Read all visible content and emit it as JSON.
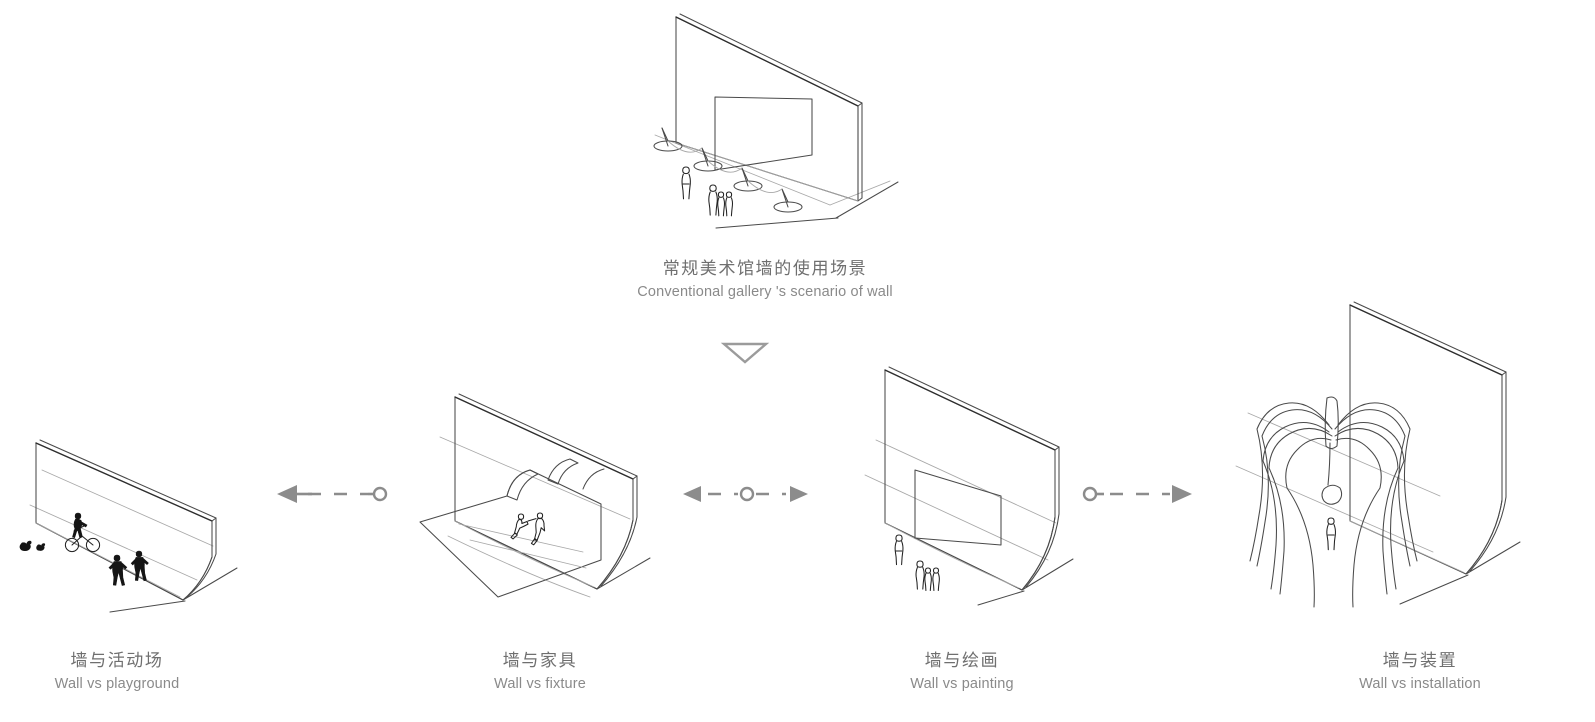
{
  "page": {
    "title": "Conventional gallery 's scenario of wall",
    "background_color": "#ffffff",
    "line_color": "#4a4a4a",
    "text_color": "#7a7a7a",
    "connector_color": "#8c8c8c"
  },
  "top_scenario": {
    "label_zh": "常规美术馆墙的使用场景",
    "label_en": "Conventional gallery 's scenario of wall",
    "elements": {
      "wall": "flat-straight-wall",
      "artwork": "framed-painting-rectangle",
      "barrier": "stanchion-rope-line",
      "people_count": 4,
      "stanchion_count": 4
    }
  },
  "transition": {
    "icon": "caret-down-icon"
  },
  "panels": [
    {
      "id": "playground",
      "label_zh": "墙与活动场",
      "label_en": "Wall vs playground",
      "wall": "curved-wall",
      "actors": [
        "ducks",
        "cyclist",
        "pedestrians"
      ]
    },
    {
      "id": "fixture",
      "label_zh": "墙与家具",
      "label_en": "Wall vs fixture",
      "wall": "curved-wall",
      "actors": [
        "seated-figures",
        "peeled-ground-benches"
      ]
    },
    {
      "id": "painting",
      "label_zh": "墙与绘画",
      "label_en": "Wall vs painting",
      "wall": "curved-wall",
      "actors": [
        "framed-painting-rectangle",
        "viewers"
      ]
    },
    {
      "id": "installation",
      "label_zh": "墙与装置",
      "label_en": "Wall vs installation",
      "wall": "curved-wall",
      "actors": [
        "spider-sculpture",
        "visitor"
      ]
    }
  ],
  "connectors": [
    {
      "id": "playground-fixture",
      "style": "arrow-left-circle-right"
    },
    {
      "id": "fixture-painting",
      "style": "double-arrow-circle-center"
    },
    {
      "id": "painting-installation",
      "style": "circle-left-arrow-right"
    }
  ]
}
